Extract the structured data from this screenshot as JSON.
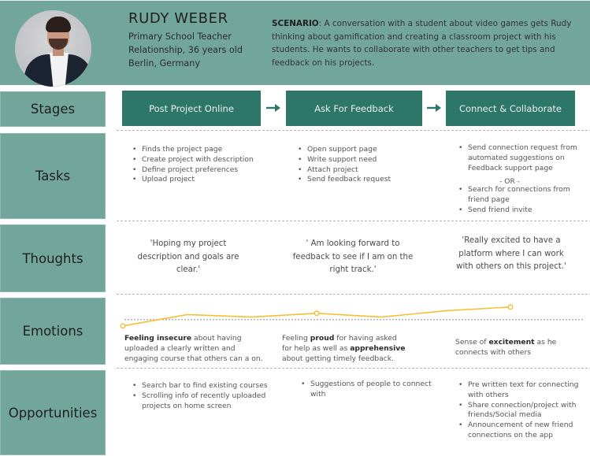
{
  "persona": {
    "name": "RUDY WEBER",
    "occupation": "Primary School Teacher",
    "relationship_age": "Relationship, 36 years old",
    "location": "Berlin, Germany",
    "avatar": "person-photo"
  },
  "scenario": {
    "label": "SCENARIO",
    "text": ": A conversation with a student about video games gets Rudy thinking about gamification and creating a classroom project with his students. He wants to collaborate with other teachers to get tips and feedback on his projects."
  },
  "rows": {
    "stages": "Stages",
    "tasks": "Tasks",
    "thoughts": "Thoughts",
    "emotions": "Emotions",
    "opportunities": "Opportunities"
  },
  "stages": [
    {
      "label": "Post Project Online"
    },
    {
      "label": "Ask For Feedback"
    },
    {
      "label": "Connect & Collaborate"
    }
  ],
  "icons": {
    "stage_arrow": "arrow-right-icon",
    "bullet": "bullet-icon"
  },
  "tasks": [
    {
      "items": [
        "Finds the project page",
        "Create project with description",
        "Define project preferences",
        "Upload project"
      ]
    },
    {
      "items": [
        "Open support page",
        "Write support need",
        "Attach project",
        "Send feedback request"
      ]
    },
    {
      "items_before": [
        "Send connection request from automated suggestions on Feedback support page"
      ],
      "separator": "- OR -",
      "items_after": [
        "Search for connections from friend page",
        "Send friend invite"
      ]
    }
  ],
  "thoughts": [
    "'Hoping my project description and goals are clear.'",
    "' Am looking forward to feedback to see if I am on the right track.'",
    "'Really excited to have a platform where I can work with others on this project.'"
  ],
  "emotions": [
    {
      "bold": "Feeling insecure",
      "rest": " about having uploaded a clearly written and engaging course that others can a on."
    },
    {
      "pre": "Feeling ",
      "bold": "proud",
      "mid": " for having asked for help as well as ",
      "bold2": "apprehensive",
      "rest": " about getting timely feedback."
    },
    {
      "pre": "Sense of ",
      "bold": "excitement",
      "rest": " as he connects with others"
    }
  ],
  "emotion_curve": {
    "color": "#f5c035",
    "baseline_color": "#9a9a9a",
    "comment": "relative sentiment level 0 (low) to 1 (high); baseline = neutral 0.35",
    "points": [
      0.1,
      0.55,
      0.45,
      0.6,
      0.45,
      0.7,
      0.85
    ],
    "markers": [
      0,
      3,
      6
    ],
    "baseline": 0.35
  },
  "opportunities": [
    {
      "items": [
        "Search bar to find existing courses",
        "Scrolling info of recently uploaded projects on home screen"
      ]
    },
    {
      "items": [
        "Suggestions of people to connect with"
      ]
    },
    {
      "items": [
        "Pre written text for connecting with others",
        "Share connection/project with friends/Social media",
        "Announcement of new friend connections on the app"
      ]
    }
  ],
  "colors": {
    "header_bg": "#73a69b",
    "label_bg": "#73a69b",
    "stage_bg": "#2e7668",
    "stage_text": "#e9f2ef",
    "curve": "#f5c035"
  }
}
